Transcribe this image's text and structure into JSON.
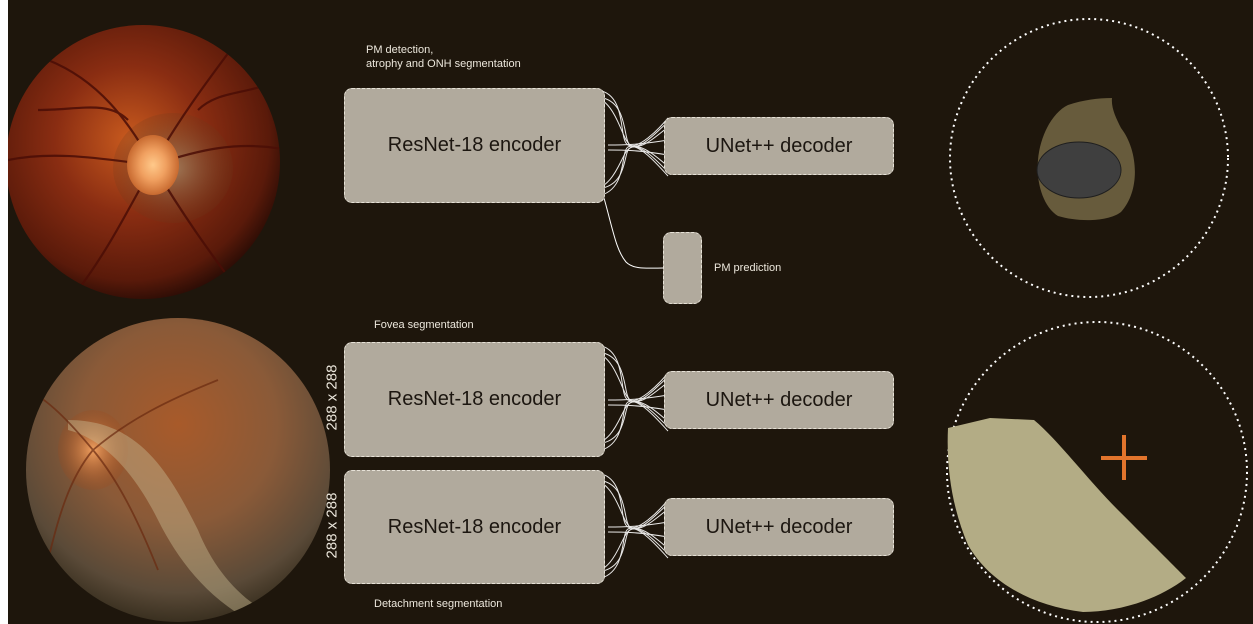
{
  "captions": {
    "top_task_line1": "PM detection,",
    "top_task_line2": "atrophy and ONH segmentation",
    "pm_prediction": "PM prediction",
    "fovea": "Fovea segmentation",
    "detachment": "Detachment segmentation"
  },
  "input_size": "288 x 288",
  "encoder_label": "ResNet-18 encoder",
  "decoder_label": "UNet++ decoder",
  "colors": {
    "background": "#1e160c",
    "block": "#b1aa9d",
    "atrophy": "#675b3c",
    "optic_disc": "#3f3f3f",
    "detachment": "#b3ac85",
    "fovea_marker": "#e2742c"
  }
}
